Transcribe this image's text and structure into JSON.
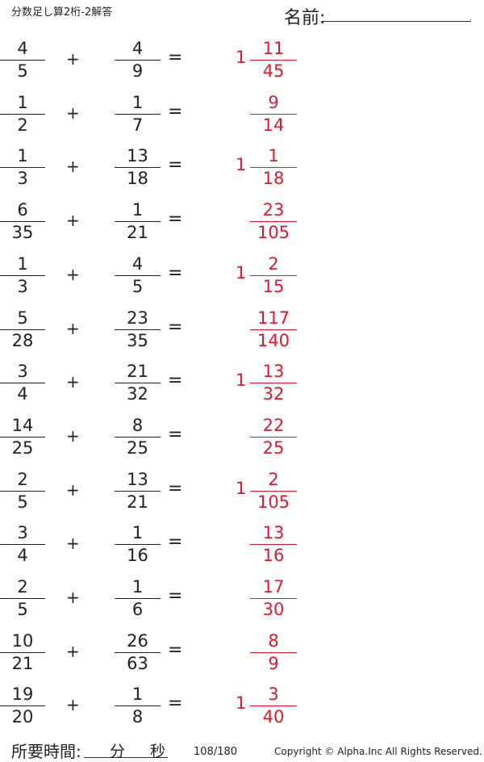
{
  "header": {
    "title": "分数足し算2桁-2解答",
    "name_label": "名前:"
  },
  "problems": [
    {
      "a_num": "4",
      "a_den": "5",
      "b_num": "4",
      "b_den": "9",
      "whole": "1",
      "ans_num": "11",
      "ans_den": "45"
    },
    {
      "a_num": "1",
      "a_den": "2",
      "b_num": "1",
      "b_den": "7",
      "whole": "",
      "ans_num": "9",
      "ans_den": "14"
    },
    {
      "a_num": "1",
      "a_den": "3",
      "b_num": "13",
      "b_den": "18",
      "whole": "1",
      "ans_num": "1",
      "ans_den": "18"
    },
    {
      "a_num": "6",
      "a_den": "35",
      "b_num": "1",
      "b_den": "21",
      "whole": "",
      "ans_num": "23",
      "ans_den": "105"
    },
    {
      "a_num": "1",
      "a_den": "3",
      "b_num": "4",
      "b_den": "5",
      "whole": "1",
      "ans_num": "2",
      "ans_den": "15"
    },
    {
      "a_num": "5",
      "a_den": "28",
      "b_num": "23",
      "b_den": "35",
      "whole": "",
      "ans_num": "117",
      "ans_den": "140"
    },
    {
      "a_num": "3",
      "a_den": "4",
      "b_num": "21",
      "b_den": "32",
      "whole": "1",
      "ans_num": "13",
      "ans_den": "32"
    },
    {
      "a_num": "14",
      "a_den": "25",
      "b_num": "8",
      "b_den": "25",
      "whole": "",
      "ans_num": "22",
      "ans_den": "25"
    },
    {
      "a_num": "2",
      "a_den": "5",
      "b_num": "13",
      "b_den": "21",
      "whole": "1",
      "ans_num": "2",
      "ans_den": "105"
    },
    {
      "a_num": "3",
      "a_den": "4",
      "b_num": "1",
      "b_den": "16",
      "whole": "",
      "ans_num": "13",
      "ans_den": "16"
    },
    {
      "a_num": "2",
      "a_den": "5",
      "b_num": "1",
      "b_den": "6",
      "whole": "",
      "ans_num": "17",
      "ans_den": "30"
    },
    {
      "a_num": "10",
      "a_den": "21",
      "b_num": "26",
      "b_den": "63",
      "whole": "",
      "ans_num": "8",
      "ans_den": "9"
    },
    {
      "a_num": "19",
      "a_den": "20",
      "b_num": "1",
      "b_den": "8",
      "whole": "1",
      "ans_num": "3",
      "ans_den": "40"
    }
  ],
  "symbols": {
    "plus": "+",
    "equals": "="
  },
  "footer": {
    "time_label": "所要時間:",
    "minutes_label": "分",
    "seconds_label": "秒",
    "page": "108/180",
    "copyright": "Copyright ©  Alpha.Inc All Rights Reserved."
  },
  "colors": {
    "answer": "#e0192f",
    "text": "#222222"
  }
}
